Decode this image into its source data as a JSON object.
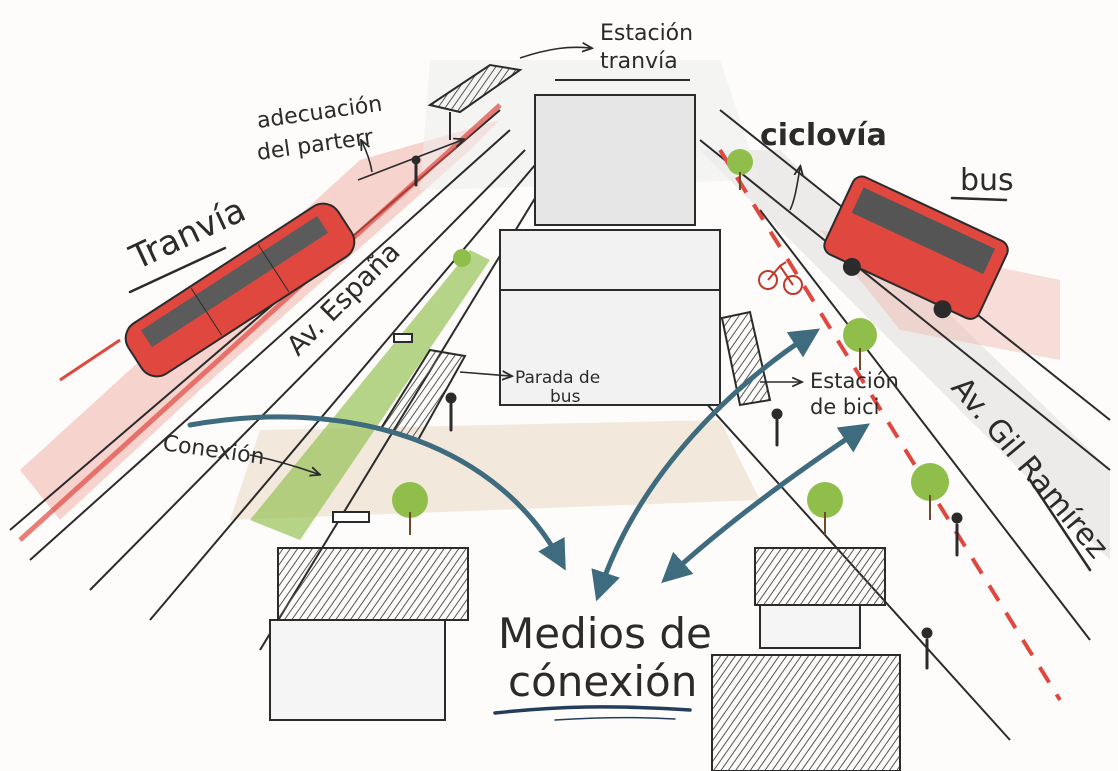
{
  "labels": {
    "estacion_tranvia_1": "Estación",
    "estacion_tranvia_2": "tranvía",
    "adecuacion_1": "adecuación",
    "adecuacion_2": "del parterr",
    "tranvia": "Tranvía",
    "av_espana": "Av. España",
    "parada_1": "Parada de",
    "parada_2": "bus",
    "conexion": "Conexión",
    "ciclovia": "ciclovía",
    "bus": "bus",
    "estacion_bici_1": "Estación",
    "estacion_bici_2": "de bici",
    "av_gil": "Av. Gil Ramírez",
    "medios_1": "Medios de",
    "medios_2": "cónexión"
  },
  "colors": {
    "ink": "#2b2b2b",
    "red": "#e0473f",
    "red_wash": "#f3b1a8",
    "arrow": "#3e6b7d",
    "green": "#8fbf4a",
    "grey_wash": "#cfcfcf",
    "sand": "#ead9c2"
  },
  "icons": [
    "tram-icon",
    "bus-icon",
    "bicycle-icon",
    "tree-icon",
    "pedestrian-icon",
    "bench-icon",
    "shelter-icon"
  ]
}
